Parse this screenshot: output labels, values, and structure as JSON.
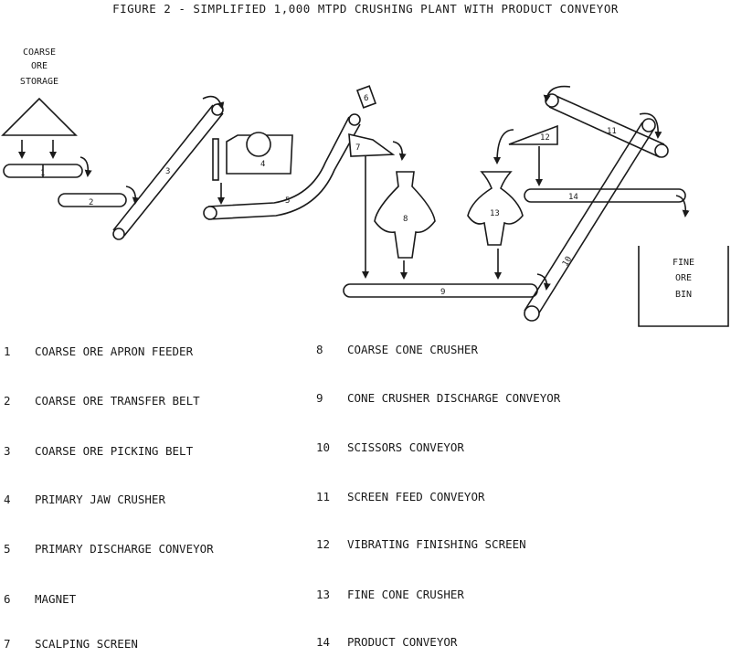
{
  "title": "FIGURE 2 - SIMPLIFIED 1,000 MTPD CRUSHING PLANT WITH PRODUCT CONVEYOR",
  "diagram": {
    "storage_label": [
      "COARSE",
      "ORE",
      "STORAGE"
    ],
    "bin_label": [
      "FINE",
      "ORE",
      "BIN"
    ],
    "equipment_numbers": [
      "1",
      "2",
      "3",
      "4",
      "5",
      "6",
      "7",
      "8",
      "9",
      "10",
      "11",
      "12",
      "13",
      "14"
    ]
  },
  "legend": {
    "left": [
      {
        "num": "1",
        "label": "COARSE ORE APRON FEEDER"
      },
      {
        "num": "2",
        "label": "COARSE ORE TRANSFER BELT"
      },
      {
        "num": "3",
        "label": "COARSE ORE PICKING BELT"
      },
      {
        "num": "4",
        "label": "PRIMARY JAW CRUSHER"
      },
      {
        "num": "5",
        "label": "PRIMARY DISCHARGE CONVEYOR"
      },
      {
        "num": "6",
        "label": "MAGNET"
      },
      {
        "num": "7",
        "label": "SCALPING SCREEN"
      }
    ],
    "right": [
      {
        "num": "8",
        "label": "COARSE CONE CRUSHER"
      },
      {
        "num": "9",
        "label": "CONE CRUSHER DISCHARGE CONVEYOR"
      },
      {
        "num": "10",
        "label": "SCISSORS CONVEYOR"
      },
      {
        "num": "11",
        "label": "SCREEN FEED CONVEYOR"
      },
      {
        "num": "12",
        "label": "VIBRATING FINISHING SCREEN"
      },
      {
        "num": "13",
        "label": "FINE CONE CRUSHER"
      },
      {
        "num": "14",
        "label": "PRODUCT CONVEYOR"
      }
    ]
  }
}
